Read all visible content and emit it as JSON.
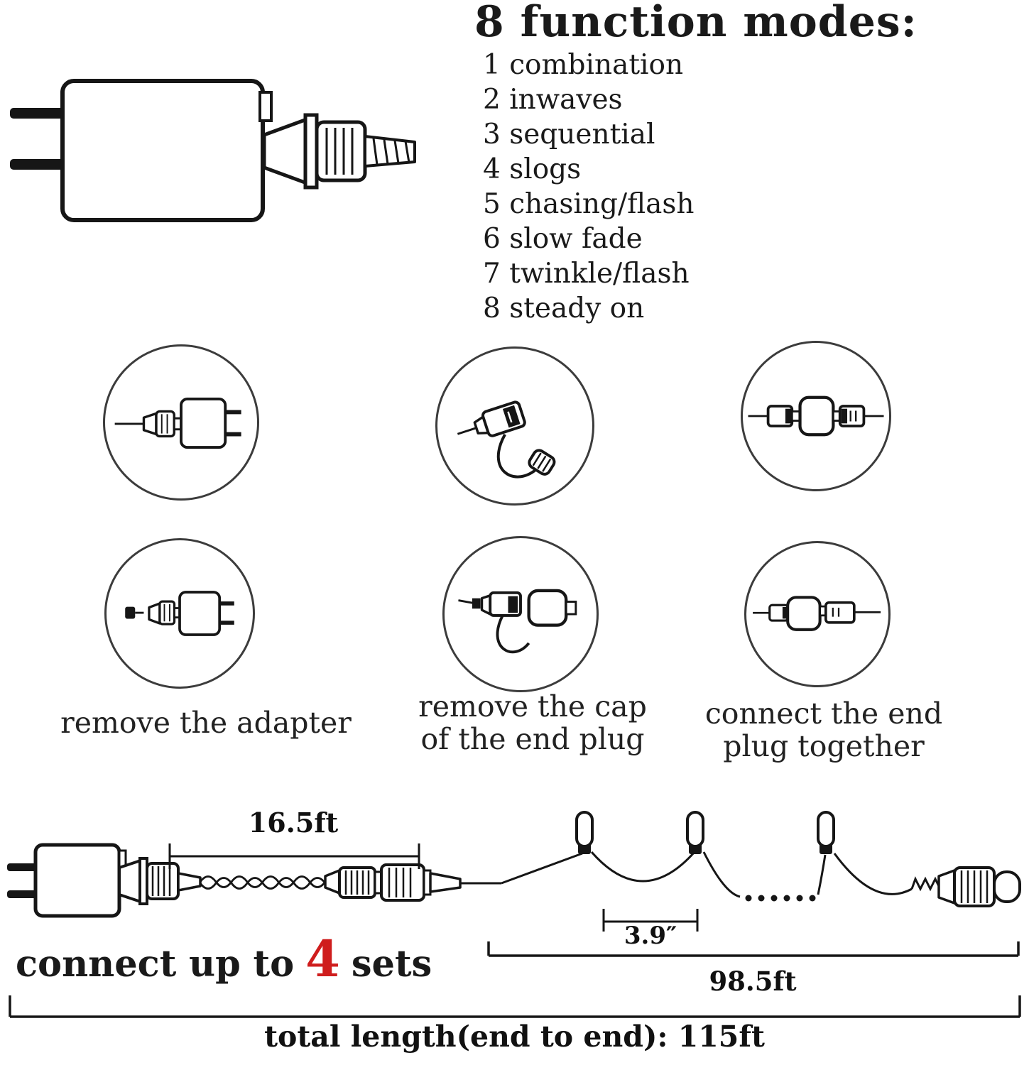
{
  "modes": {
    "title": "8 function modes:",
    "items": [
      "1 combination",
      "2 inwaves",
      "3 sequential",
      "4 slogs",
      "5 chasing/flash",
      "6 slow fade",
      "7 twinkle/flash",
      "8 steady on"
    ]
  },
  "steps": {
    "remove_adapter": "remove the adapter",
    "remove_cap_line1": "remove the cap",
    "remove_cap_line2": "of the end plug",
    "connect_plug_line1": "connect the end",
    "connect_plug_line2": "plug together"
  },
  "diagram": {
    "lead_length_label": "16.5ft",
    "bulb_spacing_label": "3.9″",
    "string_length_label": "98.5ft",
    "connect_prefix": "connect up to",
    "connect_count": "4",
    "connect_suffix": "sets",
    "total_length_label": "total length(end to end): 115ft"
  },
  "colors": {
    "ink": "#161616",
    "accent_red": "#cf1d1d"
  }
}
